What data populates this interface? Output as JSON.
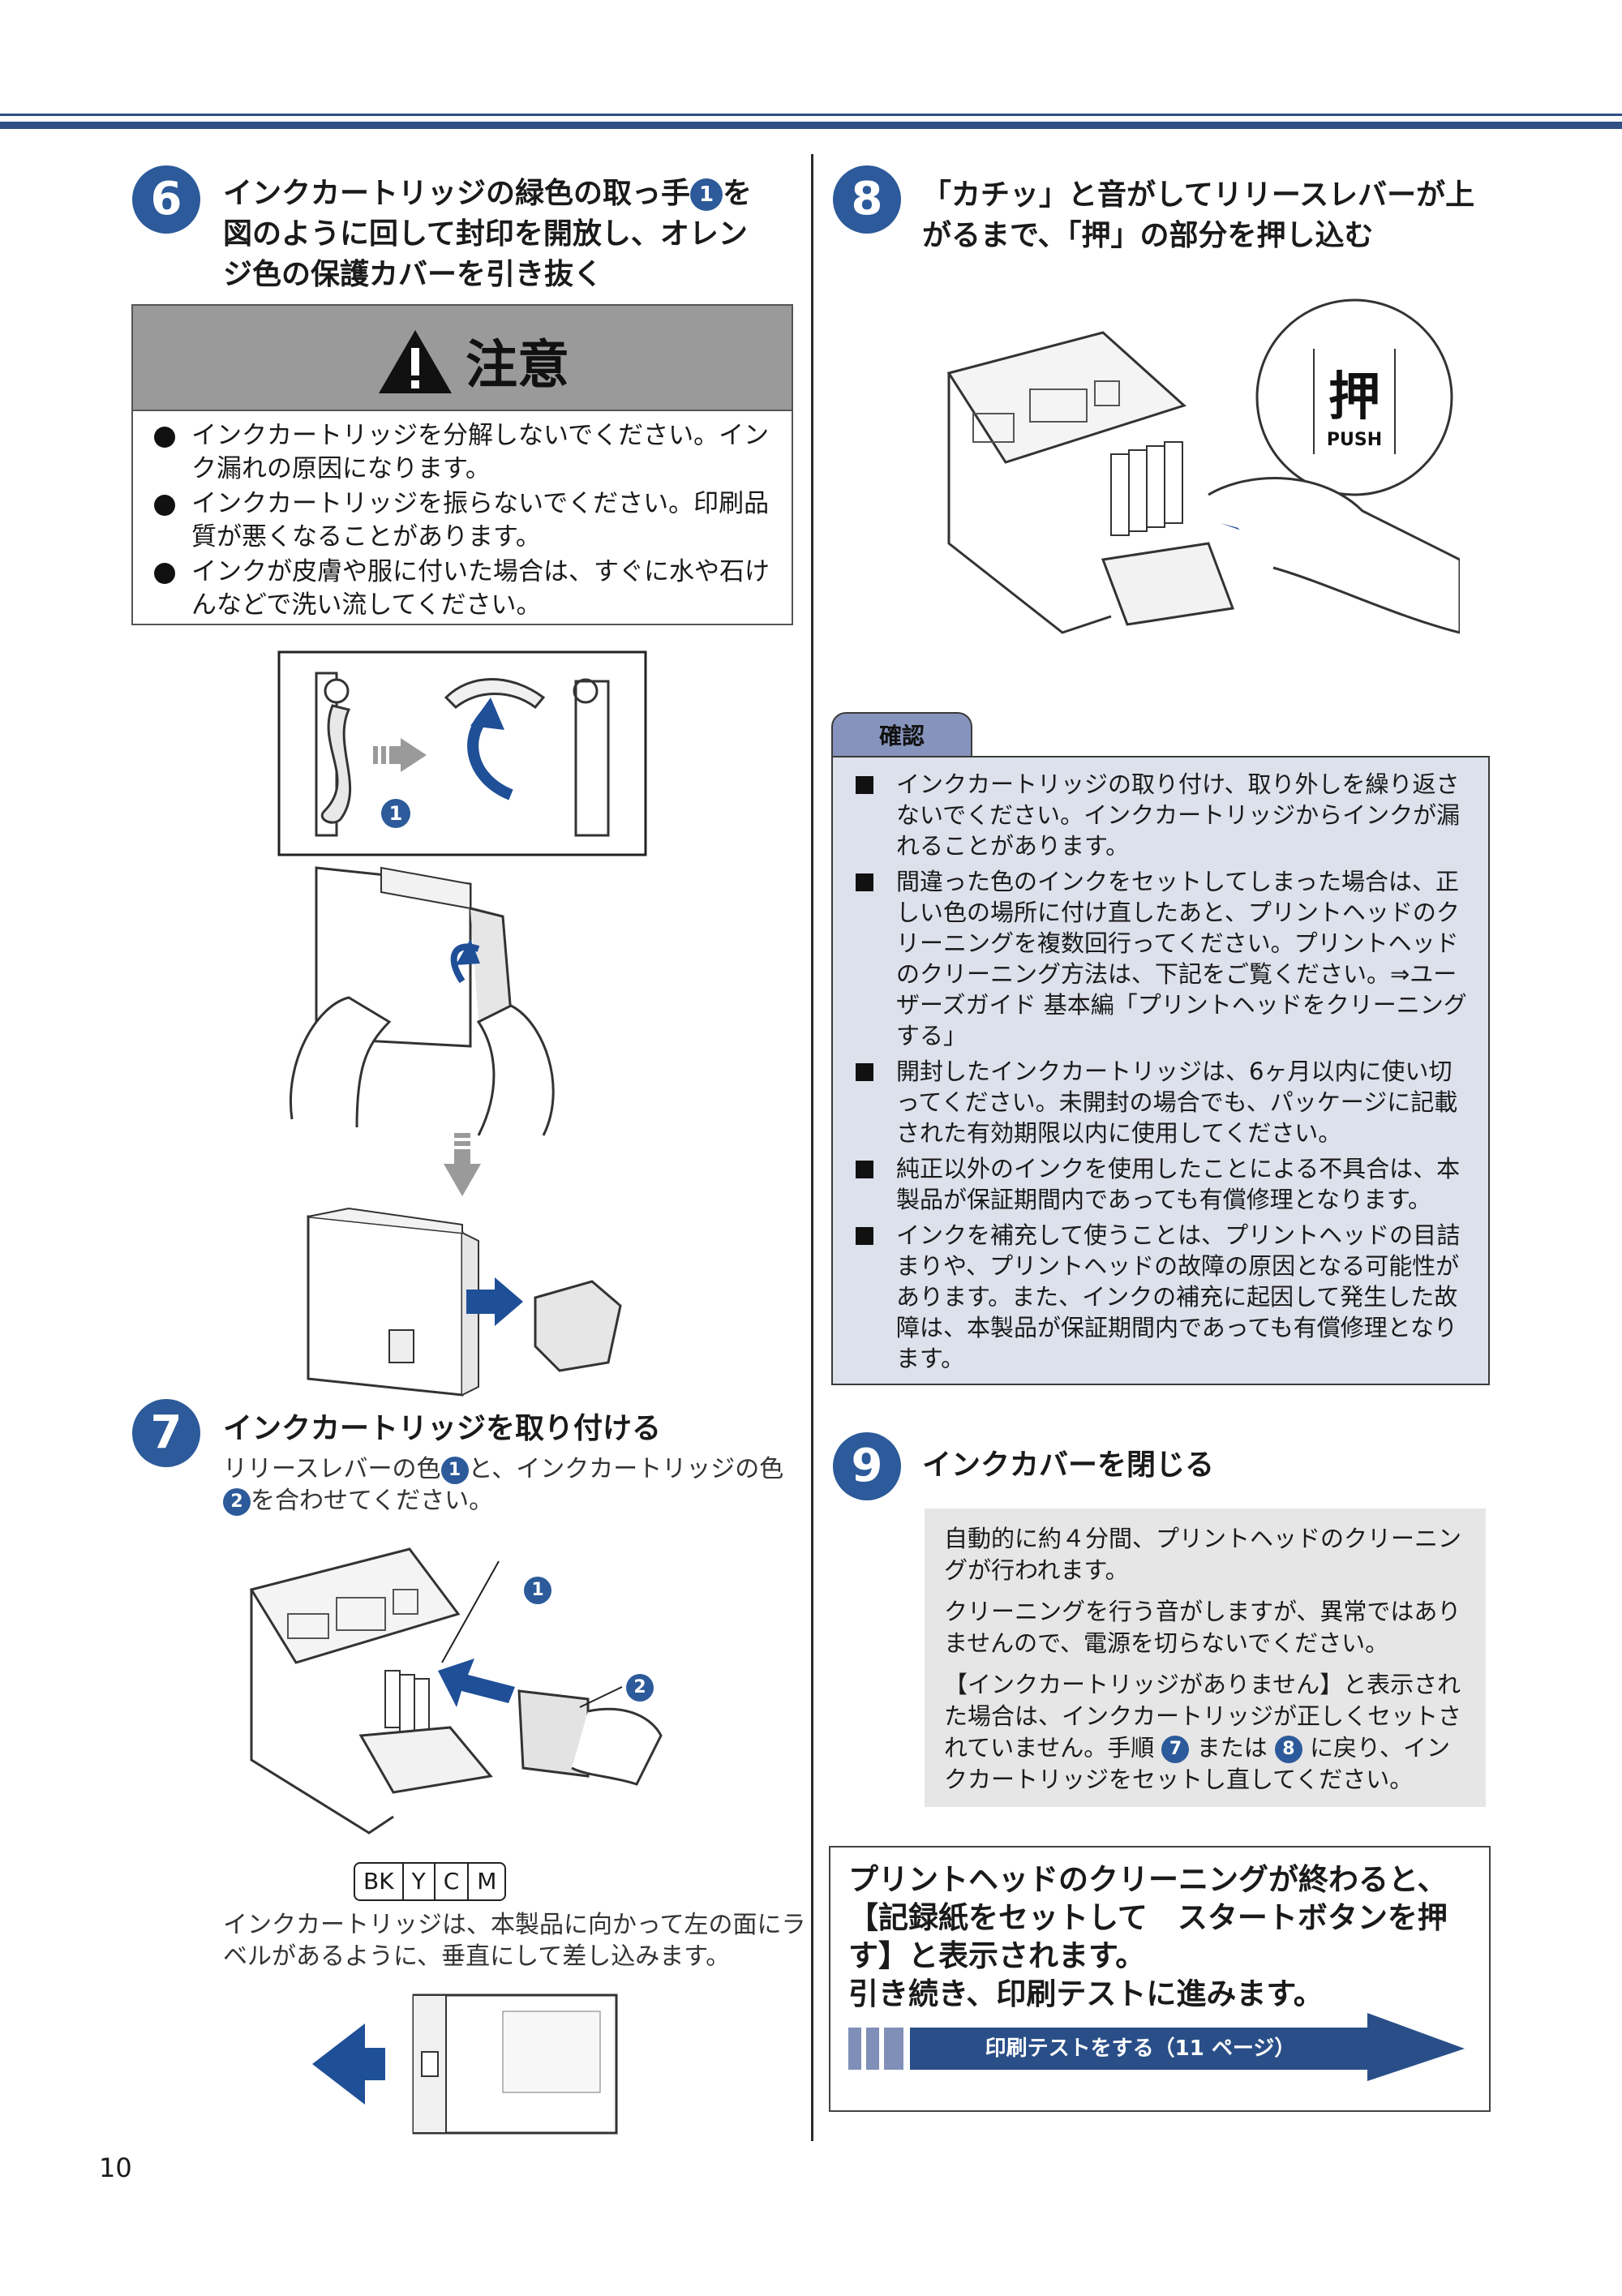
{
  "steps": {
    "s6": {
      "num": "6",
      "title_a": "インクカートリッジの緑色の取っ手",
      "title_circ": "1",
      "title_b": "を",
      "title_l2": "図のように回して封印を開放し、オレン",
      "title_l3": "ジ色の保護カバーを引き抜く"
    },
    "s7": {
      "num": "7",
      "title": "インクカートリッジを取り付ける",
      "desc_a": "リリースレバーの色",
      "desc_c1": "1",
      "desc_b": "と、インクカートリッジの色",
      "desc_c2": "2",
      "desc_c": "を合わせてください。"
    },
    "s8": {
      "num": "8",
      "title_l1": "「カチッ」と音がしてリリースレバーが上",
      "title_l2": "がるまで、「押」の部分を押し込む"
    },
    "s9": {
      "num": "9",
      "title": "インクカバーを閉じる"
    }
  },
  "caution": {
    "title": "注意",
    "items": [
      "インクカートリッジを分解しないでください。インク漏れの原因になります。",
      "インクカートリッジを振らないでください。印刷品質が悪くなることがあります。",
      "インクが皮膚や服に付いた場合は、すぐに水や石けんなどで洗い流してください。"
    ]
  },
  "illustrations": {
    "callout_1": "1",
    "callout_2": "2",
    "push_kanji": "押",
    "push_en": "PUSH",
    "colors": [
      "BK",
      "Y",
      "C",
      "M"
    ],
    "cartridge_note": "インクカートリッジは、本製品に向かって左の面にラベルがあるように、垂直にして差し込みます。"
  },
  "confirm": {
    "tab": "確認",
    "items": [
      "インクカートリッジの取り付け、取り外しを繰り返さないでください。インクカートリッジからインクが漏れることがあります。",
      "間違った色のインクをセットしてしまった場合は、正しい色の場所に付け直したあと、プリントヘッドのクリーニングを複数回行ってください。プリントヘッドのクリーニング方法は、下記をご覧ください。⇒ユーザーズガイド 基本編「プリントヘッドをクリーニングする」",
      "開封したインクカートリッジは、6ヶ月以内に使い切ってください。未開封の場合でも、パッケージに記載された有効期限以内に使用してください。",
      "純正以外のインクを使用したことによる不具合は、本製品が保証期間内であっても有償修理となります。",
      "インクを補充して使うことは、プリントヘッドの目詰まりや、プリントヘッドの故障の原因となる可能性があります。また、インクの補充に起因して発生した故障は、本製品が保証期間内であっても有償修理となります。"
    ]
  },
  "note9": {
    "p1": "自動的に約４分間、プリントヘッドのクリーニングが行われます。",
    "p2": "クリーニングを行う音がしますが、異常ではありませんので、電源を切らないでください。",
    "p3_a": "【インクカートリッジがありません】と表示された場合は、インクカートリッジが正しくセットされていません。手順",
    "p3_c1": "7",
    "p3_b": "または",
    "p3_c2": "8",
    "p3_c": "に戻り、インクカートリッジをセットし直してください。"
  },
  "final": {
    "text_l1": "プリントヘッドのクリーニングが終わると、",
    "text_l2": "【記録紙をセットして　スタートボタンを押",
    "text_l3": "す】と表示されます。",
    "text_l4": "引き続き、印刷テストに進みます。",
    "button": "印刷テストをする（11 ページ）"
  },
  "page_number": "10",
  "accent": "#2c5a9a"
}
